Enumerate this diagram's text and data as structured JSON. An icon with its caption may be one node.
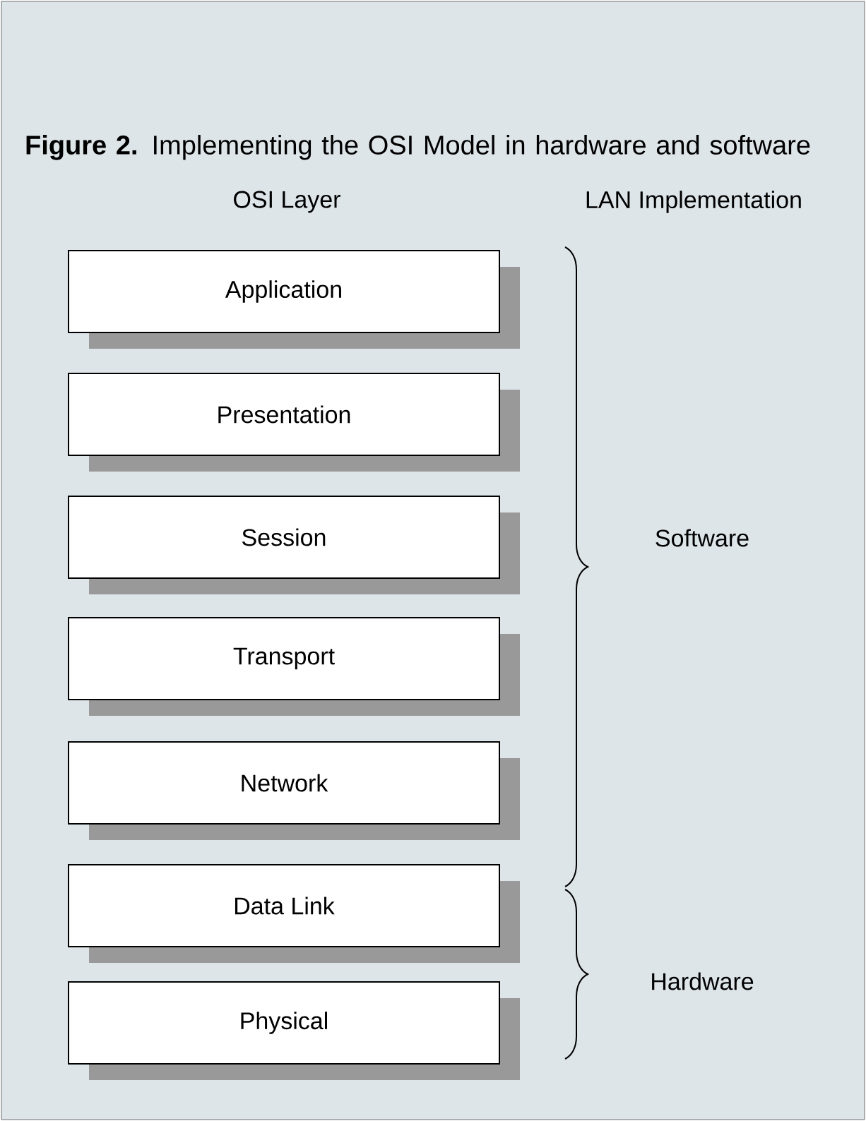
{
  "diagram": {
    "title": "**Figure 2.** Implementing the OSI Model in hardware and software",
    "nodes": [
      {
        "text": [
          "Application"
        ]
      },
      {
        "text": [
          "Presentation"
        ]
      },
      {
        "text": [
          "Session"
        ]
      },
      {
        "text": [
          "Transport"
        ]
      },
      {
        "text": [
          "Network"
        ]
      },
      {
        "text": [
          "Data Link"
        ]
      },
      {
        "text": [
          "Physical"
        ]
      }
    ],
    "labels": [
      "OSI Layer",
      "LAN Implementation",
      "Software",
      "Hardware"
    ]
  }
}
